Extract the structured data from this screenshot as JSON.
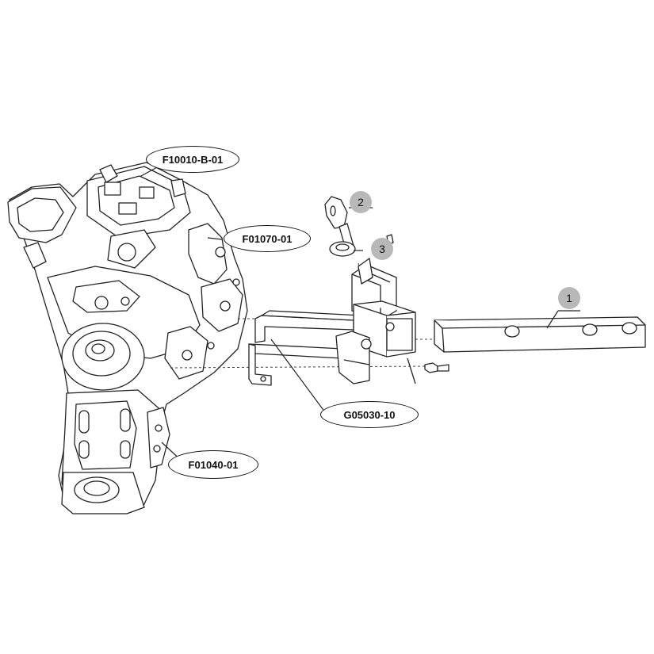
{
  "callouts": {
    "f10010": "F10010-B-01",
    "f01070": "F01070-01",
    "g05030": "G05030-10",
    "f01040": "F01040-01"
  },
  "item_numbers": {
    "item1": "1",
    "item2": "2",
    "item3": "3"
  },
  "colors": {
    "line": "#222222",
    "badge": "#b8b8b8",
    "background": "#ffffff"
  }
}
